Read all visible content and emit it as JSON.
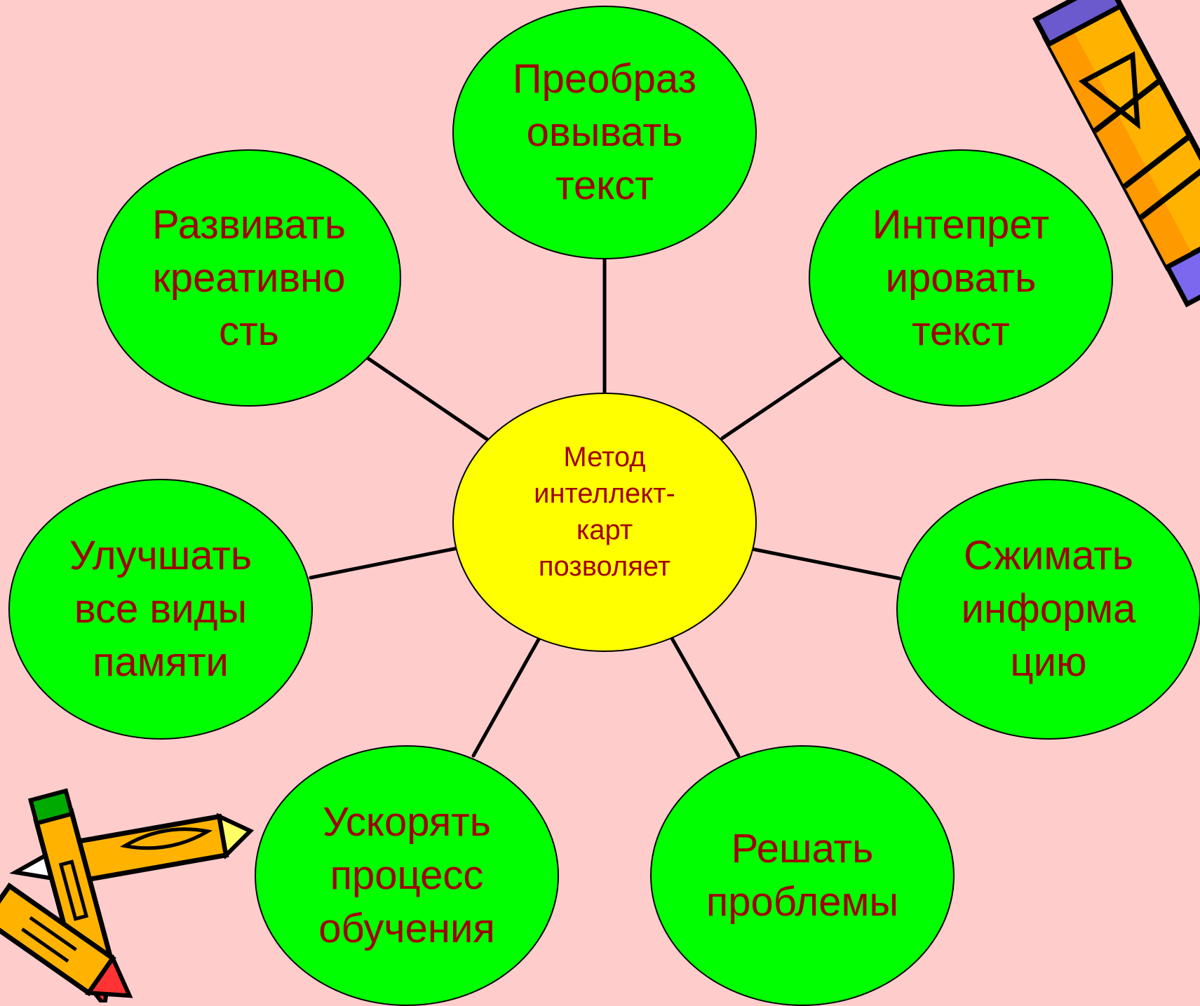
{
  "diagram": {
    "center": {
      "text": "Метод\nинтеллект-\nкарт\nпозволяет"
    },
    "nodes": [
      {
        "id": "transform-text",
        "text": "Преобраз\nовывать\nтекст"
      },
      {
        "id": "interpret-text",
        "text": "Интепрет\nировать\nтекст"
      },
      {
        "id": "compress-info",
        "text": "Сжимать\nинформа\nцию"
      },
      {
        "id": "solve-problems",
        "text": "Решать\nпроблемы"
      },
      {
        "id": "speed-learning",
        "text": "Ускорять\nпроцесс\nобучения"
      },
      {
        "id": "improve-memory",
        "text": "Улучшать\nвсе виды\nпамяти"
      },
      {
        "id": "develop-creativity",
        "text": "Развивать\nкреативно\nсть"
      }
    ]
  },
  "colors": {
    "background": "#ffcccc",
    "outer_fill": "#00ff00",
    "center_fill": "#ffff00",
    "text": "#a00000",
    "outline": "#000000"
  },
  "icons": [
    "pencil-icon",
    "pencils-icon"
  ]
}
